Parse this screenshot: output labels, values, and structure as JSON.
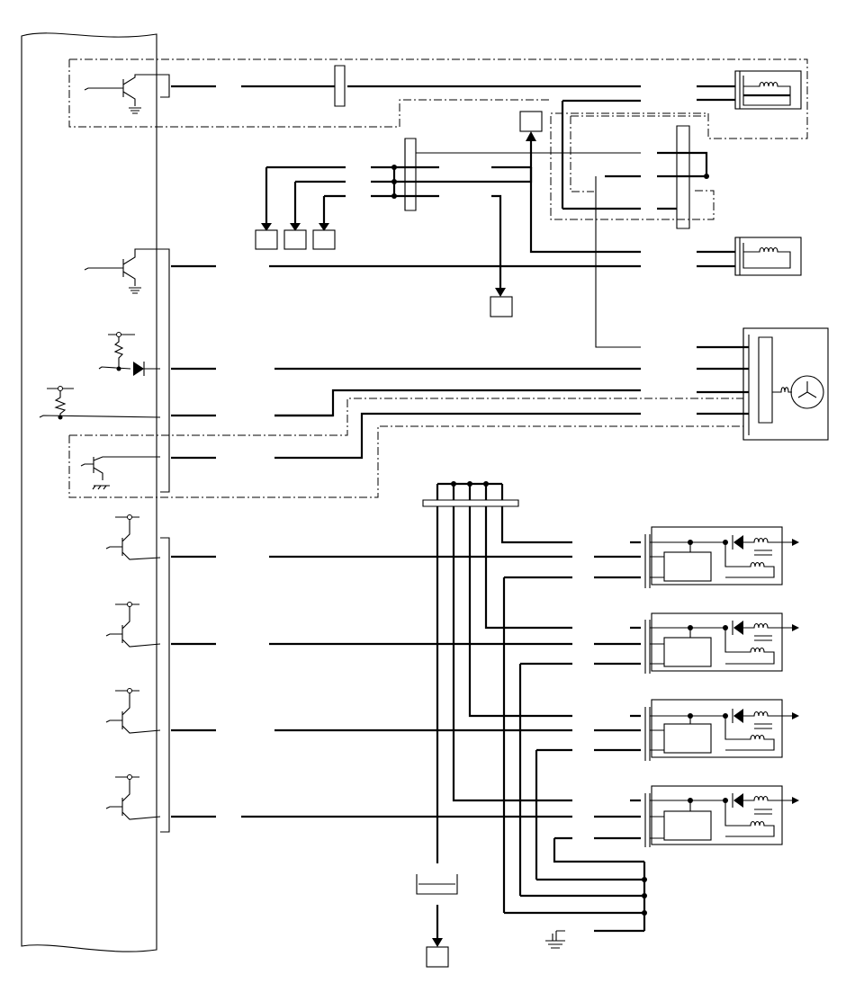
{
  "colors": {
    "line": "#000000",
    "background": "#ffffff"
  },
  "components": {
    "ecm": "ecm-unit",
    "relay_coils": [
      "relay-coil-1",
      "relay-coil-2"
    ],
    "motor": "three-phase-motor",
    "ignition_coils": [
      "ignition-coil-1",
      "ignition-coil-2",
      "ignition-coil-3",
      "ignition-coil-4"
    ],
    "grounds": [
      "ground-symbol-ecm-transistor-1",
      "ground-symbol-ecm-transistor-2",
      "ground-symbol-ecm-transistor-3",
      "ground-symbol-chassis"
    ]
  }
}
